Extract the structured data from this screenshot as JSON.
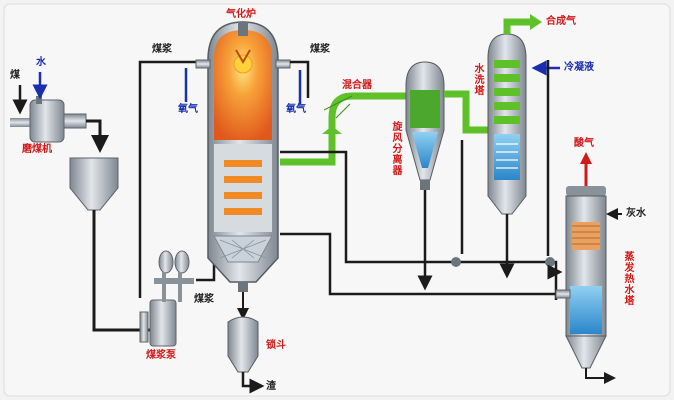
{
  "labels": {
    "coal_left": "煤",
    "water_left": "水",
    "coal_grinder": "磨煤机",
    "gasifier": "气化炉",
    "slurry_left": "煤浆",
    "slurry_right": "煤浆",
    "oxygen_left": "氧气",
    "oxygen_right": "氧气",
    "slurry_bottom": "煤浆",
    "slurry_pump": "煤浆泵",
    "lock_hopper": "锁斗",
    "slag": "渣",
    "mixer": "混合器",
    "cyclone_separator": "旋风分离器",
    "syngas": "合成气",
    "scrubber": "水洗塔",
    "condensate": "冷凝液",
    "acid_gas": "酸气",
    "grey_water": "灰水",
    "evaporation_tower": "蒸发热水塔"
  },
  "colors": {
    "flow_green": "#5fc12a",
    "vessel_gray": "#a8b0b8",
    "water_blue": "#3aa0dd",
    "hot_orange": "#f08a24",
    "label_red": "#d11a1a",
    "pipe_dark": "#1b1b1b"
  }
}
